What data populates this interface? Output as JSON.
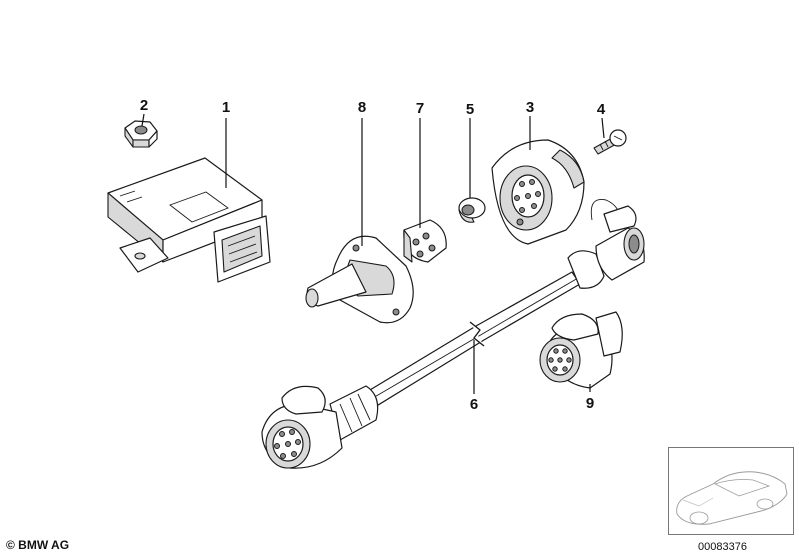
{
  "callouts": [
    {
      "id": "1",
      "label": "1"
    },
    {
      "id": "2",
      "label": "2"
    },
    {
      "id": "3",
      "label": "3"
    },
    {
      "id": "4",
      "label": "4"
    },
    {
      "id": "5",
      "label": "5"
    },
    {
      "id": "6",
      "label": "6"
    },
    {
      "id": "7",
      "label": "7"
    },
    {
      "id": "8",
      "label": "8"
    },
    {
      "id": "9",
      "label": "9"
    }
  ],
  "footer": {
    "copyright": "© BMW AG",
    "document_number": "00083376"
  }
}
